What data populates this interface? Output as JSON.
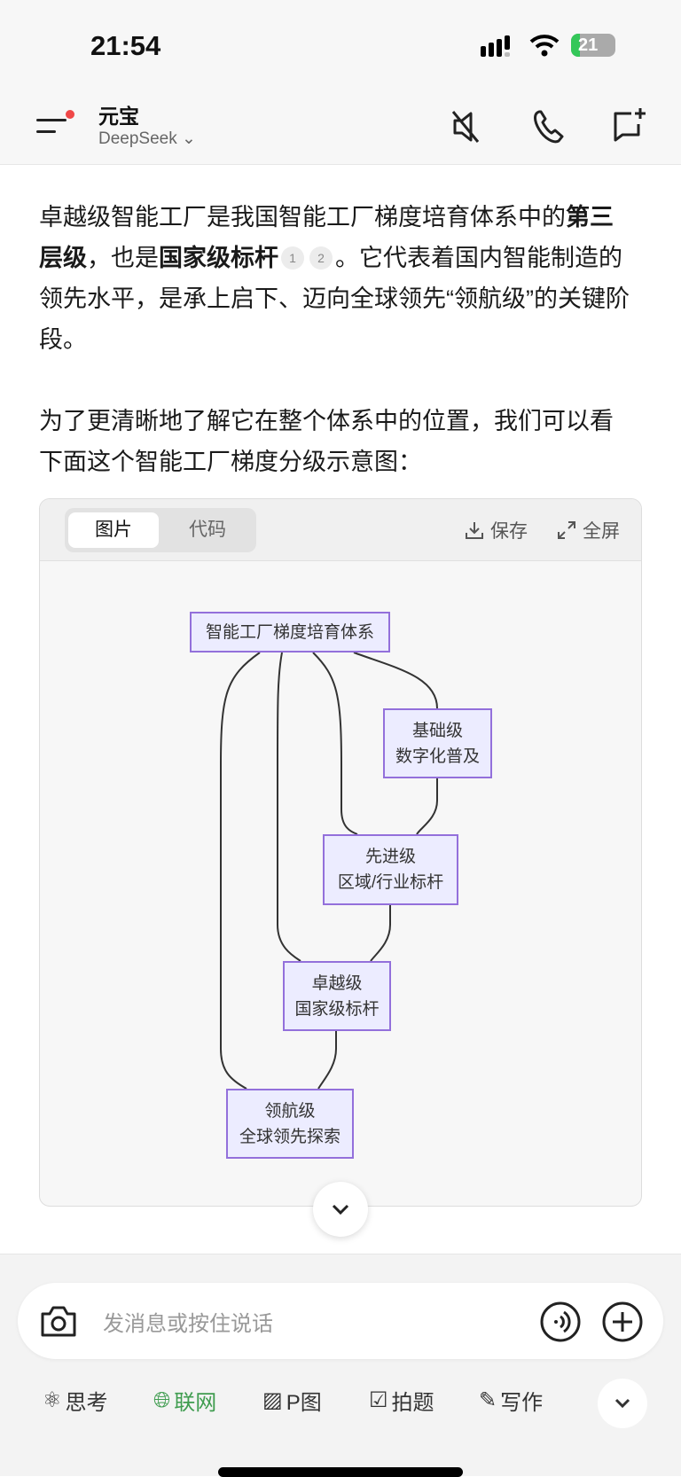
{
  "status_bar": {
    "time": "21:54",
    "battery": "21"
  },
  "header": {
    "title": "元宝",
    "subtitle": "DeepSeek"
  },
  "content": {
    "p1": [
      {
        "text": "卓越级智能工厂是我国智能工厂梯度培育体系中的",
        "bold": false
      },
      {
        "text": "第三层级",
        "bold": true
      },
      {
        "text": "，也是",
        "bold": false
      },
      {
        "text": "国家级标杆",
        "bold": true
      }
    ],
    "citations": [
      "1",
      "2"
    ],
    "p1_tail": "。它代表着国内智能制造的领先水平，是承上启下、迈向全球领先“领航级”的关键阶段。",
    "p2": "为了更清晰地了解它在整个体系中的位置，我们可以看下面这个智能工厂梯度分级示意图："
  },
  "card": {
    "tabs": [
      "图片",
      "代码"
    ],
    "active_tab": "图片",
    "save_label": "保存",
    "fullscreen_label": "全屏"
  },
  "diagram": {
    "nodes": [
      {
        "id": "root",
        "lines": [
          "智能工厂梯度培育体系"
        ]
      },
      {
        "id": "basic",
        "lines": [
          "基础级",
          "数字化普及"
        ]
      },
      {
        "id": "advanced",
        "lines": [
          "先进级",
          "区域/行业标杆"
        ]
      },
      {
        "id": "excellent",
        "lines": [
          "卓越级",
          "国家级标杆"
        ]
      },
      {
        "id": "leading",
        "lines": [
          "领航级",
          "全球领先探索"
        ]
      }
    ],
    "edges": [
      [
        "root",
        "basic"
      ],
      [
        "root",
        "advanced"
      ],
      [
        "root",
        "excellent"
      ],
      [
        "root",
        "leading"
      ],
      [
        "basic",
        "advanced"
      ],
      [
        "advanced",
        "excellent"
      ],
      [
        "excellent",
        "leading"
      ]
    ]
  },
  "composer": {
    "placeholder": "发消息或按住说话"
  },
  "tools": [
    {
      "label": "思考",
      "icon": "think-icon",
      "active": false
    },
    {
      "label": "联网",
      "icon": "globe-icon",
      "active": true
    },
    {
      "label": "P图",
      "icon": "image-edit-icon",
      "active": false
    },
    {
      "label": "拍题",
      "icon": "photo-question-icon",
      "active": false
    },
    {
      "label": "写作",
      "icon": "pen-icon",
      "active": false
    }
  ],
  "colors": {
    "accent_green": "#3f9c4f",
    "node_fill": "#ececff",
    "node_border": "#9370db",
    "notify_dot": "#f04848"
  }
}
